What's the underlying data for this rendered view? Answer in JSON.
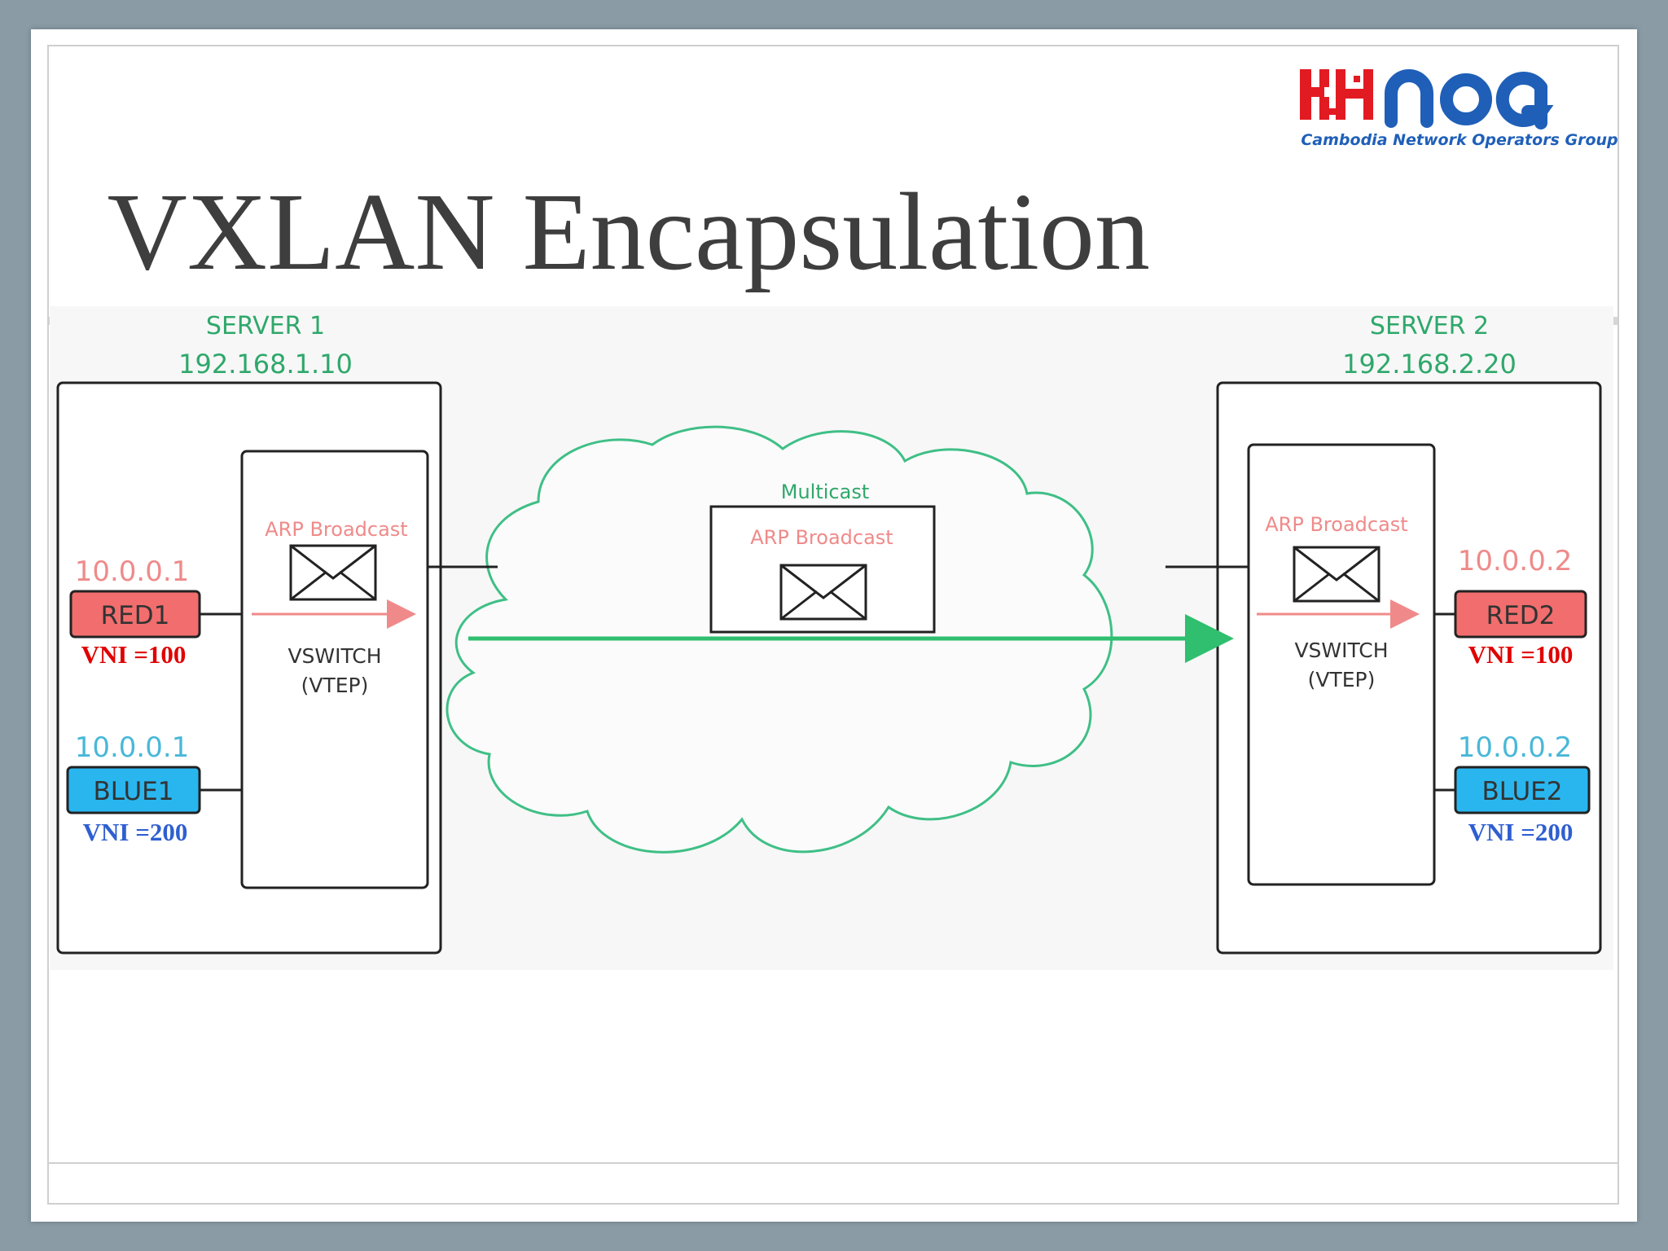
{
  "slide": {
    "title": "VXLAN Encapsulation"
  },
  "logo": {
    "text": "KHNOG",
    "tagline": "Cambodia Network Operators Group"
  },
  "diagram": {
    "server1": {
      "name": "SERVER 1",
      "ip": "192.168.1.10",
      "vswitch": "VSWITCH",
      "vtep": "(VTEP)",
      "arp": "ARP Broadcast",
      "vm_red": {
        "name": "RED1",
        "ip": "10.0.0.1",
        "vni": "VNI =100"
      },
      "vm_blue": {
        "name": "BLUE1",
        "ip": "10.0.0.1",
        "vni": "VNI =200"
      }
    },
    "server2": {
      "name": "SERVER 2",
      "ip": "192.168.2.20",
      "vswitch": "VSWITCH",
      "vtep": "(VTEP)",
      "arp": "ARP Broadcast",
      "vm_red": {
        "name": "RED2",
        "ip": "10.0.0.2",
        "vni": "VNI =100"
      },
      "vm_blue": {
        "name": "BLUE2",
        "ip": "10.0.0.2",
        "vni": "VNI =200"
      }
    },
    "cloud": {
      "label": "Multicast",
      "packet_label": "ARP Broadcast"
    },
    "colors": {
      "green": "#2fa86b",
      "red_box": "#f26d6d",
      "blue_box": "#29b6ef",
      "pink_arrow": "#f08a8a",
      "vni_red": "#e00000",
      "vni_blue": "#2f5fd0"
    }
  }
}
